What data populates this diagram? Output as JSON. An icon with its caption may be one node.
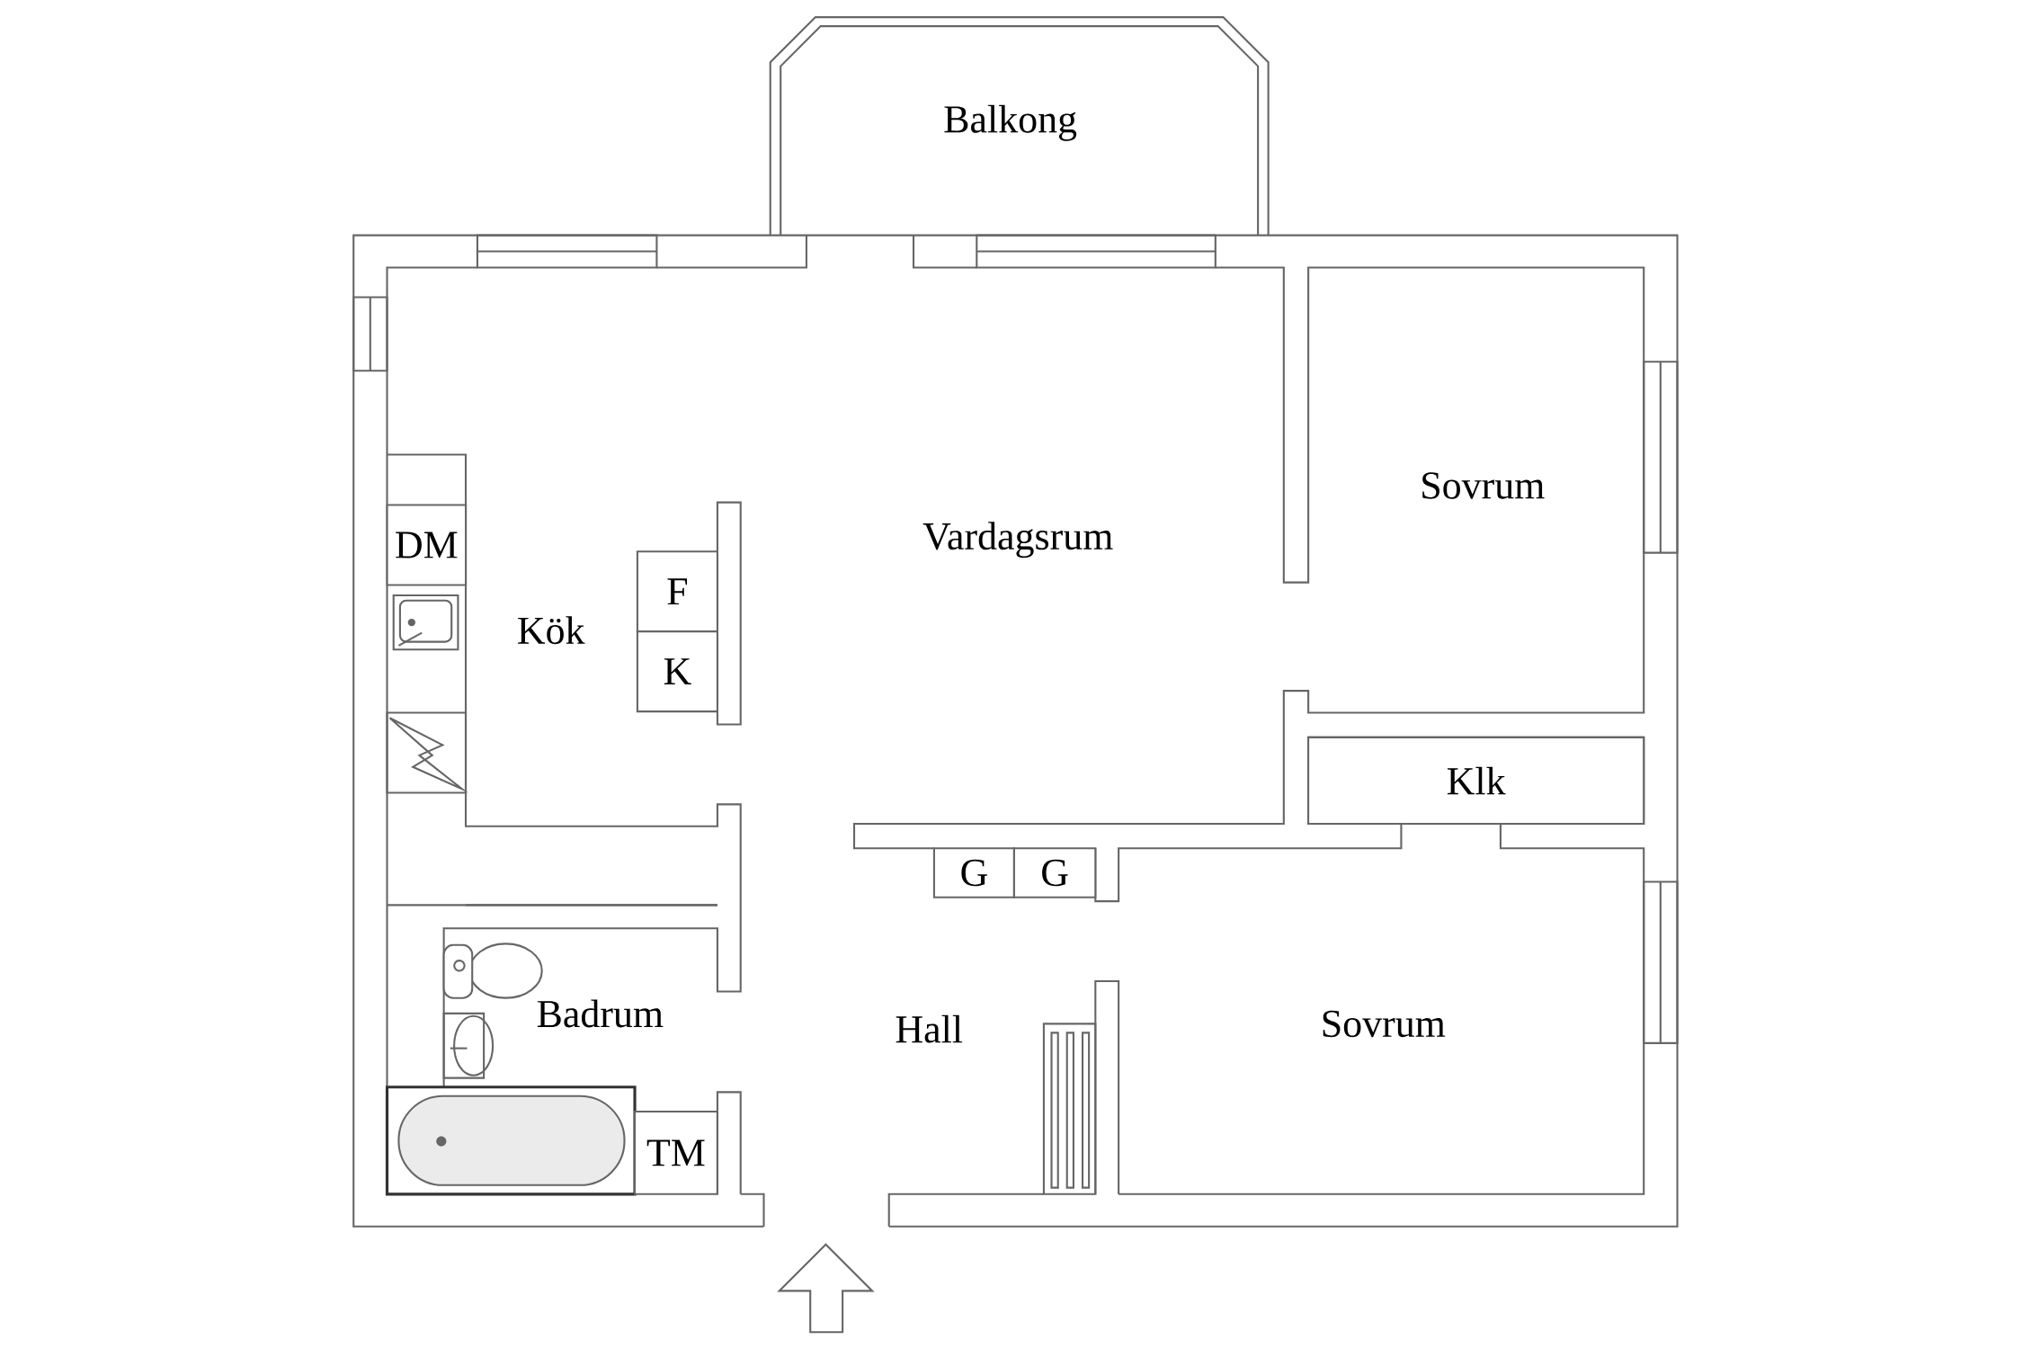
{
  "diagram": {
    "nodes": [
      {
        "text": [
          "Balkong"
        ]
      },
      {
        "text": [
          "DM"
        ]
      },
      {
        "text": [
          "F"
        ]
      },
      {
        "text": [
          "K"
        ]
      },
      {
        "text": [
          "G"
        ]
      },
      {
        "text": [
          "G"
        ]
      },
      {
        "text": [
          "TM"
        ]
      },
      {
        "text": [
          "Klk"
        ]
      }
    ],
    "labels": [
      "Sovrum",
      "Vardagsrum",
      "Kök",
      "Badrum",
      "Hall",
      "Sovrum"
    ]
  }
}
